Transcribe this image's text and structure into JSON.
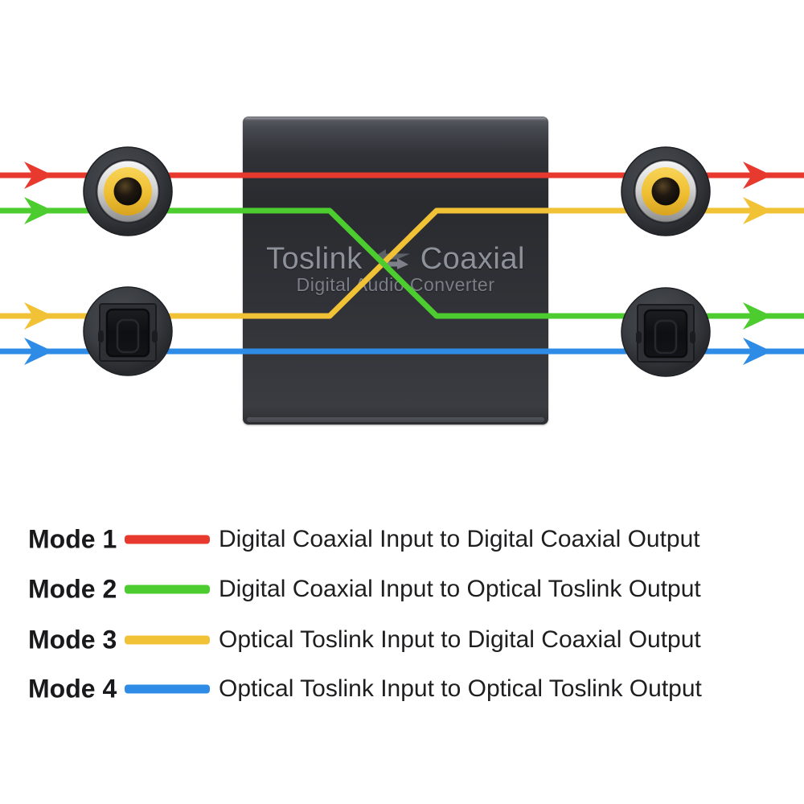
{
  "device": {
    "title_left": "Toslink",
    "title_right": "Coaxial",
    "subtitle": "Digital Audio Converter",
    "body_color": "#2e3035",
    "title_text_color": "#8d9199"
  },
  "colors": {
    "red": "#E8392E",
    "green": "#4CCC2E",
    "yellow": "#F1C235",
    "blue": "#2E8CE6",
    "swap_icon_gray": "#878b93",
    "legend_text": "#1e1e20"
  },
  "icons": {
    "swap_arrows": "⇄",
    "flow_arrow": "➤",
    "coaxial_port": "rca-jack",
    "toslink_port": "optical-square-jack"
  },
  "legend": {
    "rows": [
      {
        "label": "Mode 1",
        "color_name": "red",
        "description": "Digital Coaxial Input to Digital Coaxial Output"
      },
      {
        "label": "Mode 2",
        "color_name": "green",
        "description": "Digital Coaxial Input to Optical Toslink Output"
      },
      {
        "label": "Mode 3",
        "color_name": "yellow",
        "description": "Optical Toslink Input to Digital Coaxial Output"
      },
      {
        "label": "Mode 4",
        "color_name": "blue",
        "description": "Optical Toslink Input to Optical Toslink Output"
      }
    ]
  }
}
